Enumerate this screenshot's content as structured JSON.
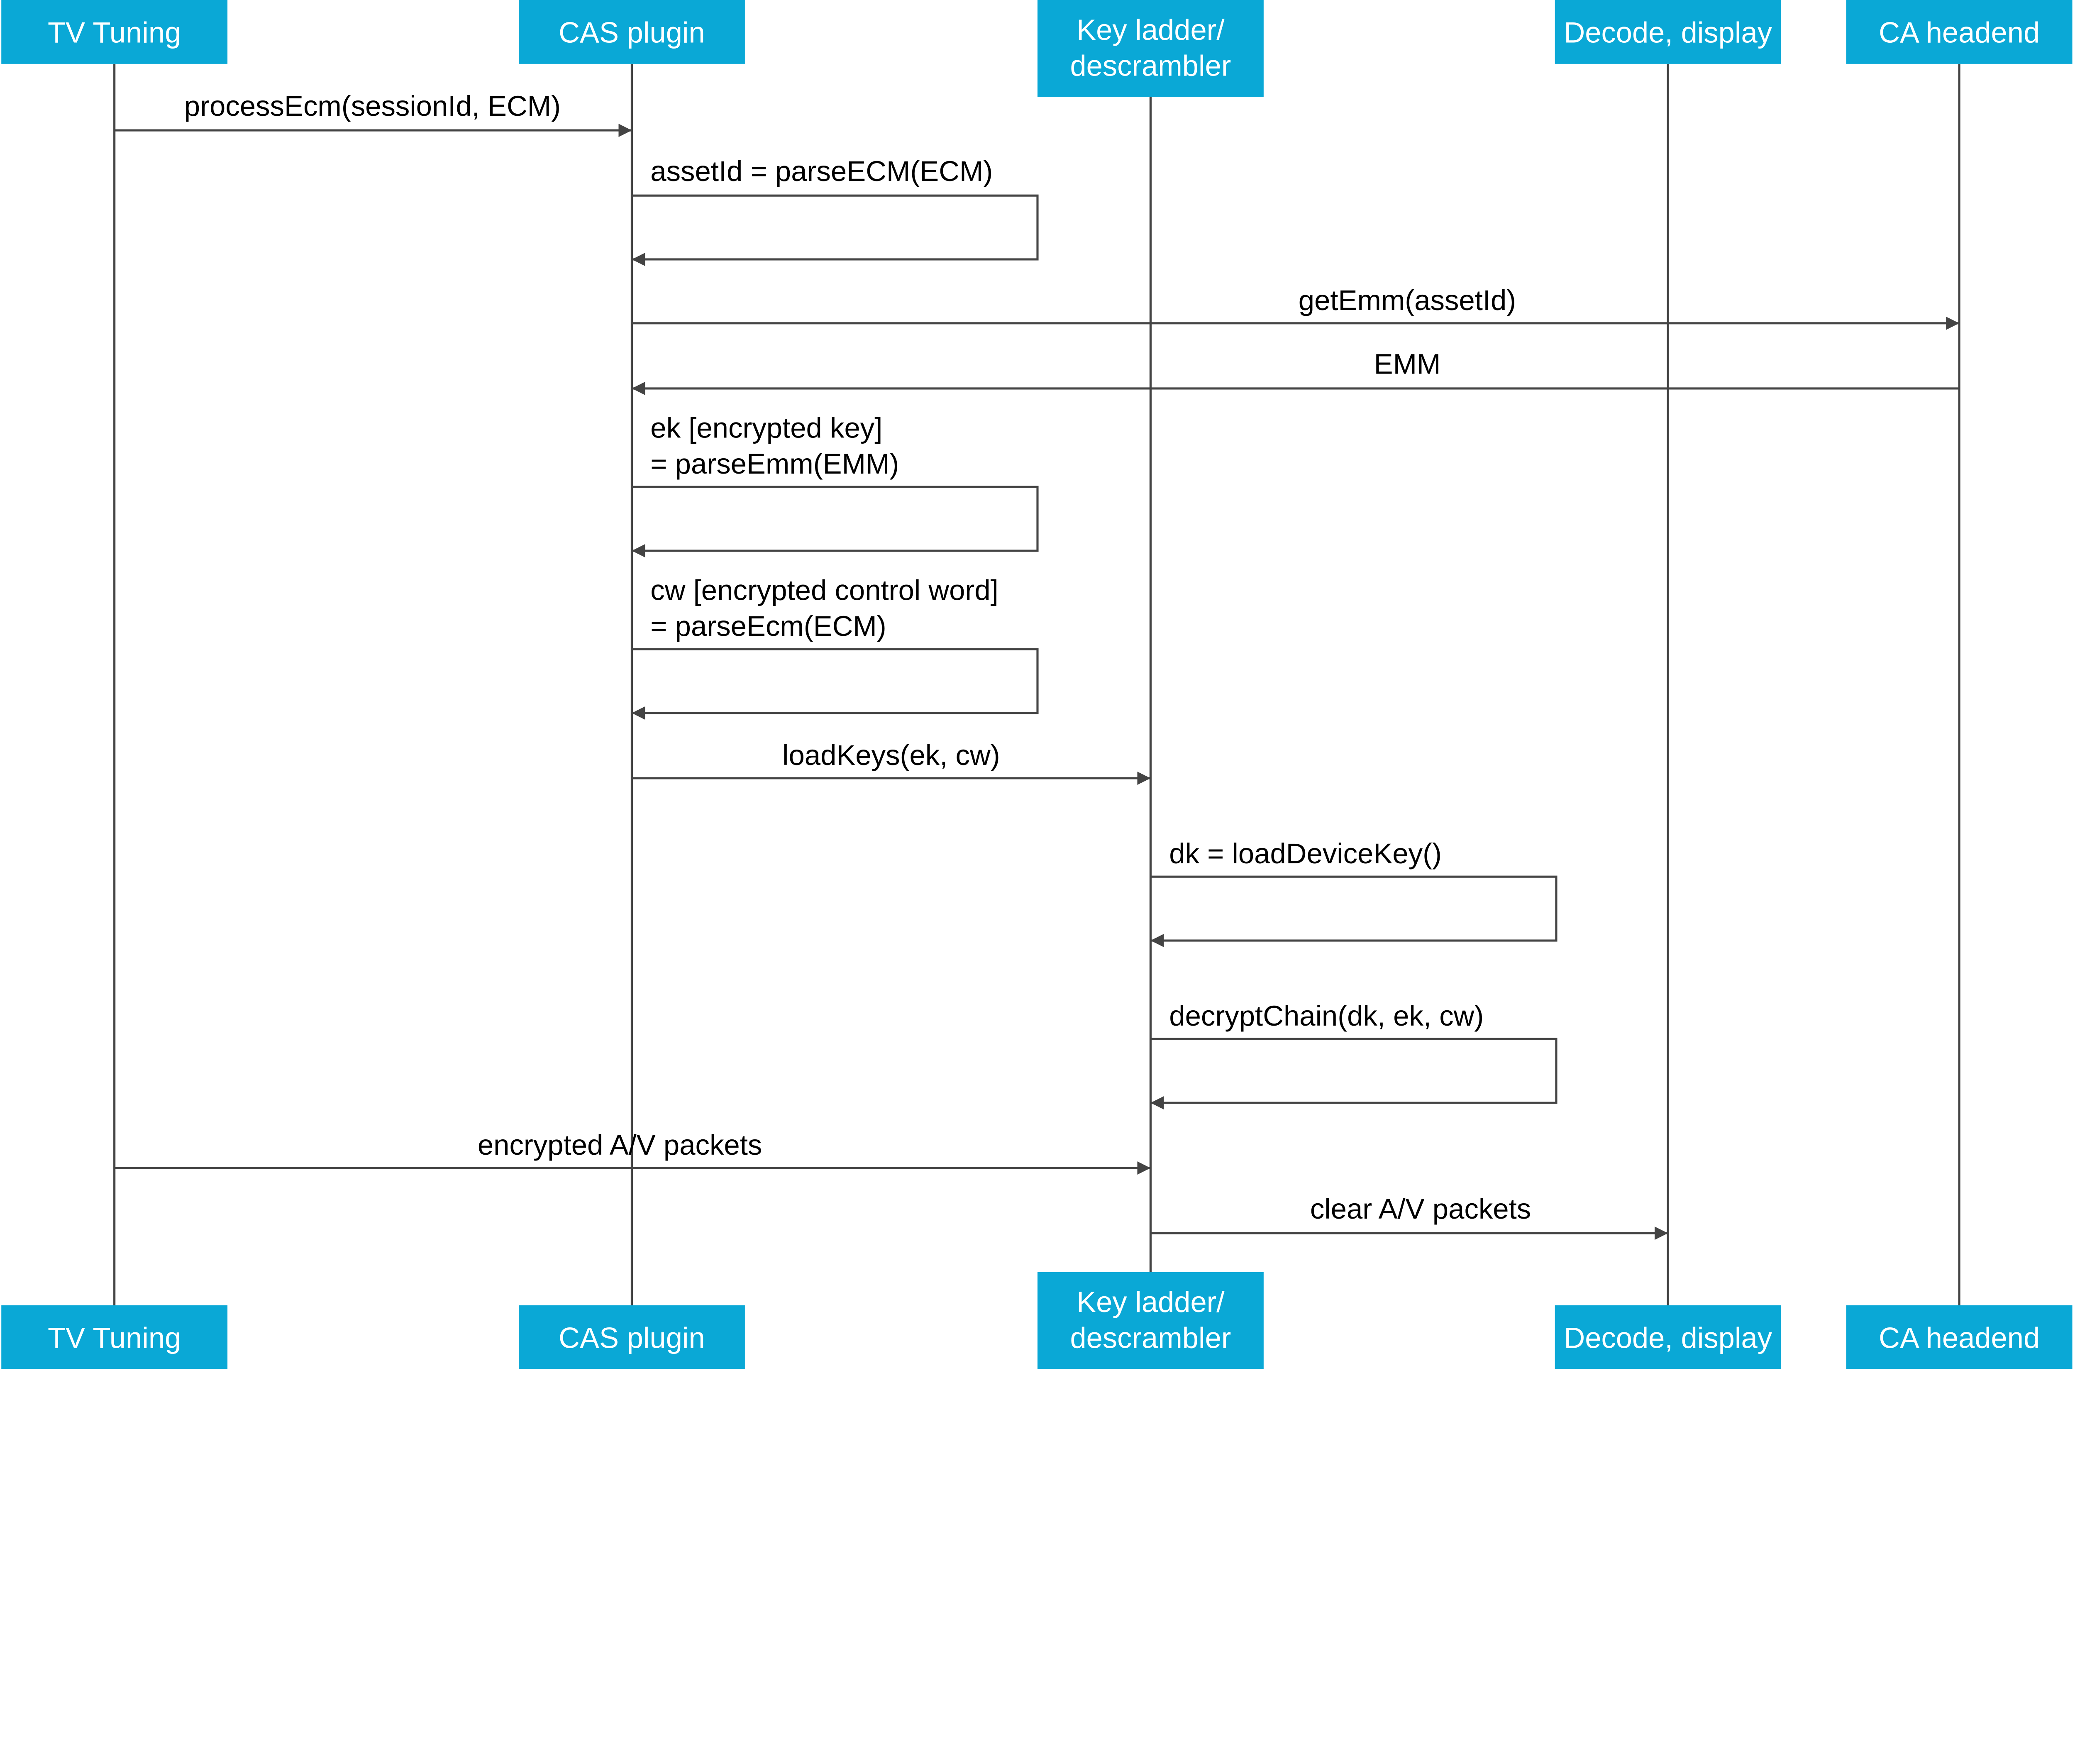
{
  "colors": {
    "participant_box": "#0aa8d6",
    "participant_text": "#ffffff",
    "line": "#444444",
    "label": "#000000"
  },
  "participants": [
    {
      "id": "tv",
      "lines": [
        "TV Tuning"
      ]
    },
    {
      "id": "cas",
      "lines": [
        "CAS plugin"
      ]
    },
    {
      "id": "key",
      "lines": [
        "Key ladder/",
        "descrambler"
      ]
    },
    {
      "id": "decode",
      "lines": [
        "Decode, display"
      ]
    },
    {
      "id": "ca",
      "lines": [
        "CA headend"
      ]
    }
  ],
  "messages": [
    {
      "from": "tv",
      "to": "cas",
      "lines": [
        "processEcm(sessionId, ECM)"
      ]
    },
    {
      "from": "cas",
      "to": "cas",
      "lines": [
        "assetId = parseECM(ECM)"
      ]
    },
    {
      "from": "cas",
      "to": "ca",
      "lines": [
        "getEmm(assetId)"
      ]
    },
    {
      "from": "ca",
      "to": "cas",
      "lines": [
        "EMM"
      ]
    },
    {
      "from": "cas",
      "to": "cas",
      "lines": [
        "ek [encrypted key]",
        "= parseEmm(EMM)"
      ]
    },
    {
      "from": "cas",
      "to": "cas",
      "lines": [
        "cw [encrypted control word]",
        "= parseEcm(ECM)"
      ]
    },
    {
      "from": "cas",
      "to": "key",
      "lines": [
        "loadKeys(ek, cw)"
      ]
    },
    {
      "from": "key",
      "to": "key",
      "lines": [
        "dk = loadDeviceKey()"
      ]
    },
    {
      "from": "key",
      "to": "key",
      "lines": [
        "decryptChain(dk, ek, cw)"
      ]
    },
    {
      "from": "tv",
      "to": "key",
      "lines": [
        "encrypted A/V packets"
      ]
    },
    {
      "from": "key",
      "to": "decode",
      "lines": [
        "clear A/V packets"
      ]
    }
  ]
}
